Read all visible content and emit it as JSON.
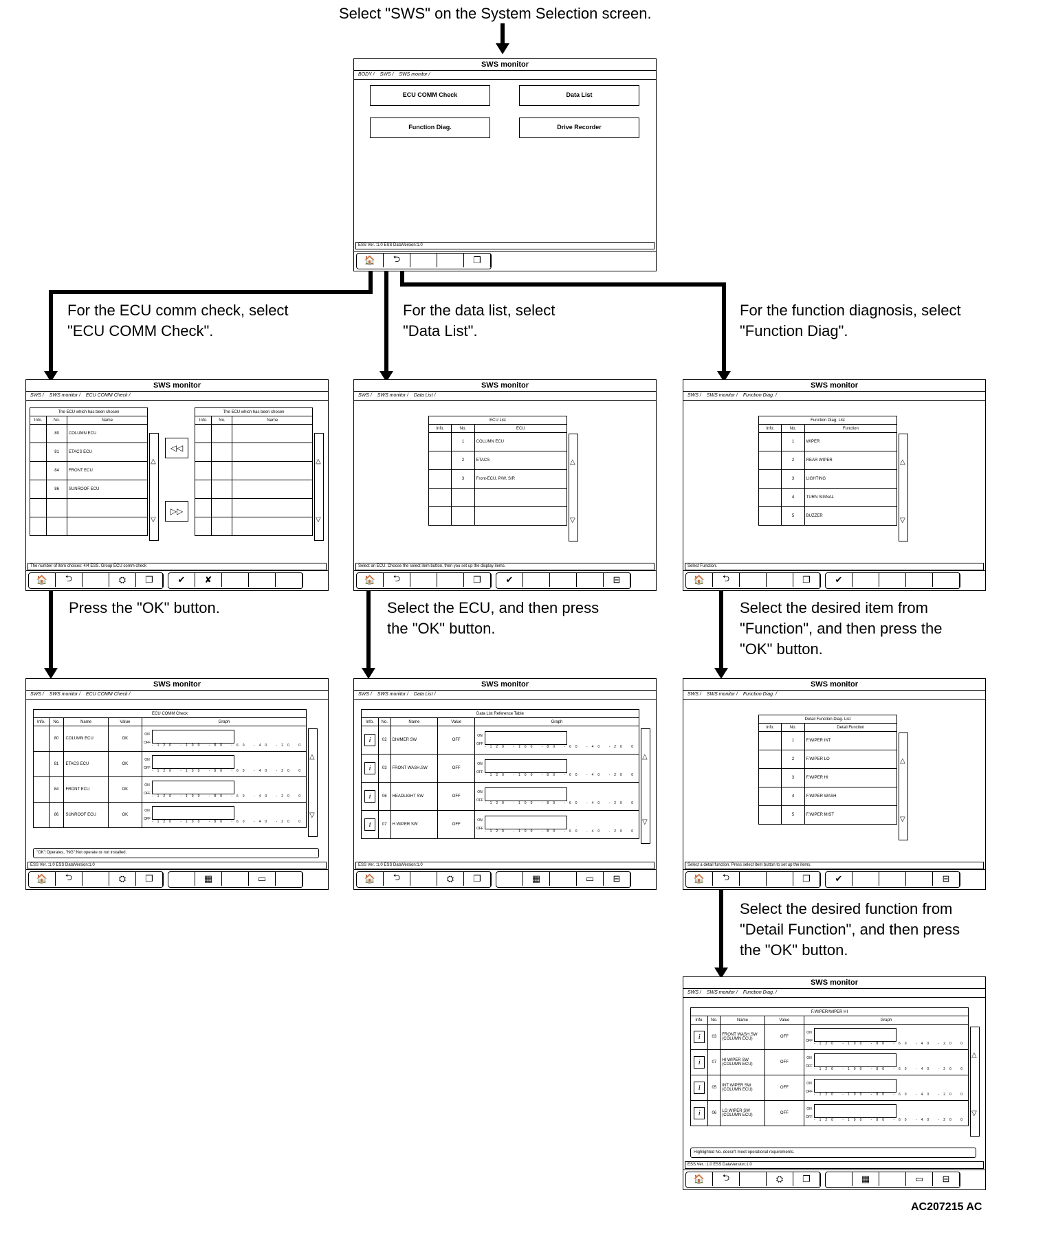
{
  "top_caption": "Select \"SWS\" on the System Selection screen.",
  "captions": {
    "ecu_comm": "For the ECU comm check, select\n\"ECU COMM Check\".",
    "data_list": "For the data list, select\n\"Data List\".",
    "function_diag": "For the function diagnosis, select\n\"Function Diag\".",
    "press_ok": "Press the \"OK\" button.",
    "select_ecu": "Select the ECU, and then press\nthe \"OK\" button.",
    "select_item": "Select the desired item from\n\"Function\", and then press the\n\"OK\" button.",
    "select_detail": "Select the desired function from\n\"Detail Function\", and then press\nthe \"OK\" button."
  },
  "figure_code": "AC207215 AC",
  "window_title": "SWS monitor",
  "icons": {
    "home": "🏠",
    "back": "⮌",
    "pages": "❐",
    "ok": "✔",
    "cancel": "✘",
    "dtc": "⛭",
    "table": "▦",
    "monitor": "▭",
    "screen": "⊟",
    "info": "i",
    "up": "△",
    "down": "▽",
    "left": "◁◁",
    "right": "▷▷"
  },
  "main": {
    "crumbs": [
      "BODY",
      "SWS",
      "SWS monitor"
    ],
    "buttons": {
      "ecu_comm": "ECU COMM Check",
      "data_list": "Data List",
      "function_diag": "Function Diag.",
      "drive_recorder": "Drive Recorder"
    },
    "status": "ESS Ver. :1.0 ESS DataVersion:1.0"
  },
  "ecu_comm_check": {
    "crumbs": [
      "SWS",
      "SWS monitor",
      "ECU COMM Check"
    ],
    "left_title": "The ECU which has been chosen",
    "right_title": "The ECU which has been chosen",
    "cols": [
      "Info.",
      "No.",
      "Name"
    ],
    "rows": [
      {
        "no": "80",
        "name": "COLUMN ECU"
      },
      {
        "no": "81",
        "name": "ETACS ECU"
      },
      {
        "no": "84",
        "name": "FRONT ECU"
      },
      {
        "no": "86",
        "name": "SUNROOF ECU"
      }
    ],
    "status": "The number of item choices: 4/4 ESS. Group ECU comm check"
  },
  "data_list_select": {
    "crumbs": [
      "SWS",
      "SWS monitor",
      "Data List"
    ],
    "table_title": "ECU List",
    "cols": [
      "Info.",
      "No.",
      "ECU"
    ],
    "rows": [
      {
        "no": "1",
        "ecu": "COLUMN ECU"
      },
      {
        "no": "2",
        "ecu": "ETACS"
      },
      {
        "no": "3",
        "ecu": "Front-ECU, P/W, S/R"
      }
    ],
    "status": "Select an ECU. Choose the select item button, then you set up the display items."
  },
  "function_diag_select": {
    "crumbs": [
      "SWS",
      "SWS monitor",
      "Function Diag."
    ],
    "table_title": "Function Diag. List",
    "cols": [
      "Info.",
      "No.",
      "Function"
    ],
    "rows": [
      {
        "no": "1",
        "fn": "WIPER"
      },
      {
        "no": "2",
        "fn": "REAR WIPER"
      },
      {
        "no": "3",
        "fn": "LIGHTING"
      },
      {
        "no": "4",
        "fn": "TURN SIGNAL"
      },
      {
        "no": "5",
        "fn": "BUZZER"
      }
    ],
    "status": "Select Function."
  },
  "ecu_comm_result": {
    "crumbs": [
      "SWS",
      "SWS monitor",
      "ECU COMM Check"
    ],
    "table_title": "ECU COMM Check",
    "cols": [
      "Info.",
      "No.",
      "Name",
      "Value",
      "Graph"
    ],
    "rows": [
      {
        "no": "80",
        "name": "COLUMN ECU",
        "value": "OK"
      },
      {
        "no": "81",
        "name": "ETACS ECU",
        "value": "OK"
      },
      {
        "no": "84",
        "name": "FRONT ECU",
        "value": "OK"
      },
      {
        "no": "86",
        "name": "SUNROOF ECU",
        "value": "OK"
      }
    ],
    "note": "\"OK\":Operates, \"NG\":Not operate or not installed.",
    "status": "ESS Ver. :1.0 ESS DataVersion:1.0"
  },
  "data_list_result": {
    "crumbs": [
      "SWS",
      "SWS monitor",
      "Data List"
    ],
    "table_title": "Data List Reference Table",
    "cols": [
      "Info.",
      "No.",
      "Name",
      "Value",
      "Graph"
    ],
    "rows": [
      {
        "no": "02",
        "name": "DIMMER SW",
        "value": "OFF"
      },
      {
        "no": "03",
        "name": "FRONT WASH.SW",
        "value": "OFF"
      },
      {
        "no": "06",
        "name": "HEADLIGHT SW",
        "value": "OFF"
      },
      {
        "no": "07",
        "name": "H WIPER SW",
        "value": "OFF"
      }
    ],
    "status": "ESS Ver. :1.0 ESS DataVersion:1.0"
  },
  "detail_select": {
    "crumbs": [
      "SWS",
      "SWS monitor",
      "Function Diag."
    ],
    "table_title": "Detail Function Diag. List",
    "cols": [
      "Info.",
      "No.",
      "Detail Function"
    ],
    "rows": [
      {
        "no": "1",
        "fn": "F.WIPER INT"
      },
      {
        "no": "2",
        "fn": "F.WIPER LO"
      },
      {
        "no": "3",
        "fn": "F.WIPER HI"
      },
      {
        "no": "4",
        "fn": "F.WIPER WASH"
      },
      {
        "no": "5",
        "fn": "F.WIPER MIST"
      }
    ],
    "status": "Select a detail function. Press select item button to set up the items."
  },
  "wiper_result": {
    "crumbs": [
      "SWS",
      "SWS monitor",
      "Function Diag."
    ],
    "table_title": "F.WIPER/WIPER HI",
    "cols": [
      "Info.",
      "No.",
      "Name",
      "Value",
      "Graph"
    ],
    "rows": [
      {
        "no": "03",
        "name": "FRONT WASH.SW (COLUMN ECU)",
        "value": "OFF"
      },
      {
        "no": "07",
        "name": "HI WIPER SW (COLUMN ECU)",
        "value": "OFF"
      },
      {
        "no": "05",
        "name": "INT WIPER SW (COLUMN ECU)",
        "value": "OFF"
      },
      {
        "no": "06",
        "name": "LO WIPER SW (COLUMN ECU)",
        "value": "OFF"
      }
    ],
    "note": "Highlighted No. doesn't meet operational requirements.",
    "status": "ESS Ver. :1.0 ESS DataVersion:1.0"
  },
  "graph": {
    "on": "ON",
    "off": "OFF",
    "axis": "-120 -100 -80 -60 -40 -20 0"
  }
}
